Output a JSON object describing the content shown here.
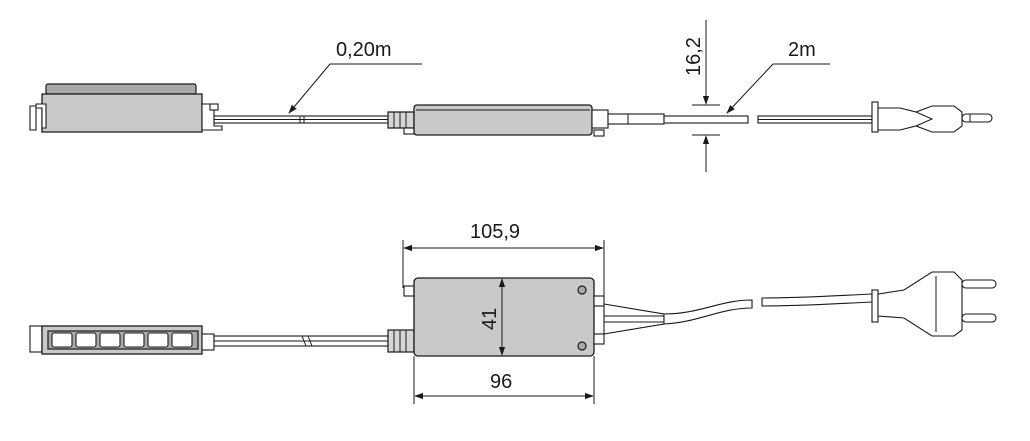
{
  "dimensions": {
    "cable_short": "0,20m",
    "cable_long": "2m",
    "height_side": "16,2",
    "width_overall": "105,9",
    "height_top": "41",
    "width_body": "96"
  }
}
